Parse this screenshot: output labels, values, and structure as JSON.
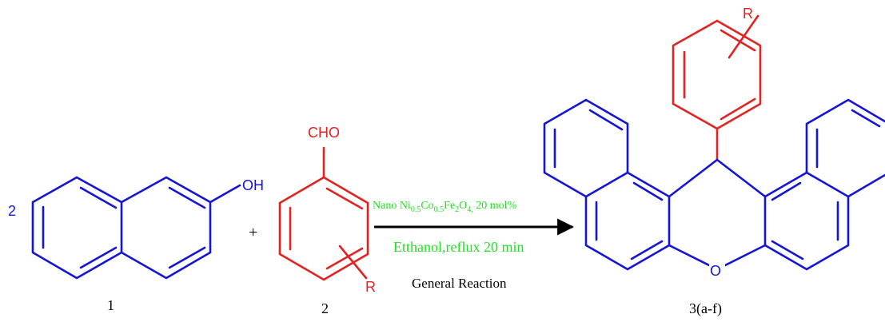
{
  "colors": {
    "naphthol": "#1515d6",
    "aldehyde": "#e32222",
    "conditions": "#22e022",
    "text": "#000000"
  },
  "reactant1": {
    "coefficient": "2",
    "substituent": "OH",
    "label": "1"
  },
  "plus_sign": "+",
  "reactant2": {
    "group": "CHO",
    "substituent": "R",
    "label": "2"
  },
  "conditions": {
    "catalyst": {
      "prefix": "Nano Ni",
      "sub1": "0.5",
      "mid1": "Co",
      "sub2": "0.5",
      "mid2": "Fe",
      "sub3": "2",
      "mid3": "O",
      "sub4": "4,",
      "loading": " 20 mol%"
    },
    "solvent": "Etthanol,reflux 20 min",
    "caption": "General Reaction"
  },
  "product": {
    "substituent": "R",
    "oxygen": "O",
    "label": "3(a-f)"
  }
}
